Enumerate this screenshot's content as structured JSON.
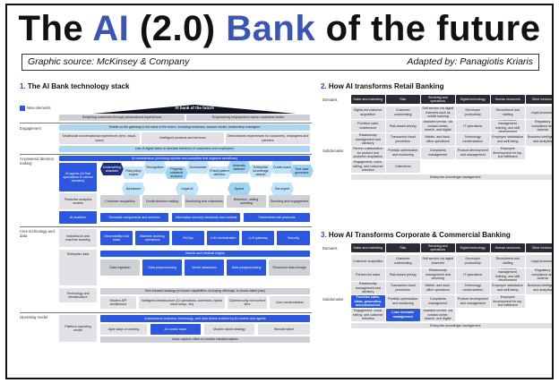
{
  "title": {
    "p1": "The ",
    "ai": "AI",
    "p2": " (2.0) ",
    "bank": "Bank",
    "p3": " of the future"
  },
  "source": {
    "left": "Graphic source: McKinsey & Company",
    "right": "Adapted by: Panagiotis Kriaris"
  },
  "stack": {
    "heading_num": "1.",
    "heading": "The AI Bank technology stack",
    "legend": "New elements",
    "roof": "AI bank of the future",
    "delight": [
      "Delighting customers through personalized experiences",
      "Empowering employees to serve customers better"
    ],
    "rows": {
      "engagement": "Engagement",
      "decision": "AI-powered decision making",
      "core": "Core technology and data",
      "operating": "Operating model"
    },
    "engagement_bar": "Mobile as the gateway to the bank of the future, including branches, contact center, relationship managers",
    "engagement_items": [
      "Multimodal conversational experiences (text, visual, voice)",
      "Intelligent products and services",
      "Omnichannel experiences for customers, employees and partners"
    ],
    "twins": "Use of digital twins to simulate behavior of customers and employees",
    "orchestration": "AI orchestration (including copilots and autopilots that organize workflows)",
    "agents_label": "AI agents (AI that specializes in narrow domains)",
    "agents": [
      "Underwriting assistant",
      "Risk policy expert",
      "Recognition",
      "Property collateral analyzer",
      "Summarizer",
      "Fraud pattern detector",
      "Anomaly detector",
      "Enterprise knowledge search",
      "Credit coach",
      "Test case generator",
      "Ad-banner",
      "Legal AI",
      "Spend",
      "Tax expert"
    ],
    "predictive_label": "Predictive analytics models",
    "predictive": [
      "Customer acquisition",
      "Credit decision making",
      "Monitoring and collections",
      "Retention, selling, upselling",
      "Servicing and engagement"
    ],
    "enablers_label": "AI enablers",
    "enablers": [
      "Reusable components and services",
      "Information security standards and controls",
      "Streamlined risk protocols"
    ],
    "ml_label": "Industrial AI and machine learning",
    "ml": [
      "Observability tool stack",
      "Machine learning operations",
      "FinOps",
      "LLM orchestration",
      "LLM gateway",
      "Security"
    ],
    "data_label": "Enterprise data",
    "search": "Search and retrieval engine",
    "data": [
      "Data ingestion",
      "Data preprocessing",
      "Vector databases",
      "Data postprocessing",
      "Structured data storage"
    ],
    "infra_label": "Technology and infrastructure",
    "infra_bar": "Tech-forward strategy (in-house capabilities vs buying offerings, in-house talent plan)",
    "infra": [
      "Modern API architecture",
      "Intelligent infrastructure (AI operations, command, hybrid cloud setup, etc)",
      "Cybersecurity and control tiers",
      "Core modernization"
    ],
    "platform_label": "Platform operating model",
    "platform_bar": "Autonomous business, technology, and data teams enabled by AI models and agents",
    "platform": [
      "Agile ways of working",
      "AI control tower",
      "Modern talent strategy",
      "Remote talent"
    ],
    "value": "Value capture office to monitor transformations"
  },
  "retail": {
    "heading_num": "2.",
    "heading": "How AI transforms Retail Banking",
    "domains_label": "Domains",
    "subdomains_label": "Subdomains",
    "columns": [
      "Sales and marketing",
      "Risk",
      "Servicing and operations",
      "Digital technology",
      "Human resources",
      "Other functions"
    ],
    "cells": [
      [
        "Digital-led customer acquisition",
        "Customer underwriting",
        "Self-service via digital channels such as mobile banking",
        "Developer productivity",
        "Recruitment and staffing",
        "Legal processes"
      ],
      [
        "Frontline sales enablement",
        "Risk-based pricing",
        "Assisted service, via contact center, branch, and digital",
        "IT operations",
        "Performance management, training, and skill development",
        "Regulatory compliance and controls"
      ],
      [
        "Relationship management and advisory",
        "Transaction fraud prevention",
        "Middle- and back-office operations",
        "Technology modernization",
        "Employee satisfaction and well-being",
        "Business intelligence and analytics"
      ],
      [
        "Partner collaboration for product and customer acquisition",
        "Portfolio optimization and monitoring",
        "Complaints management",
        "Product development and management",
        "Employee development for top-line fulfillment",
        ""
      ],
      [
        "Engagement, cross-selling, and customer retention",
        "Collections",
        "",
        "",
        "",
        ""
      ]
    ],
    "footer": "Enterprise knowledge management"
  },
  "corporate": {
    "heading_num": "3.",
    "heading": "How AI Transforms Corporate & Commercial Banking",
    "domains_label": "Domains",
    "subdomains_label": "Subdomains",
    "columns": [
      "Sales and marketing",
      "Risk",
      "Servicing and operations",
      "Digital technology",
      "Human resources",
      "Other functions"
    ],
    "cells": [
      [
        "Customer acquisition",
        "Customer underwriting",
        "Self-service via digital channels",
        "Developer productivity",
        "Recruitment and staffing",
        "Legal processes"
      ],
      [
        "Partner-led sales",
        "Risk-based pricing",
        "Relationship management and servicing",
        "IT operations",
        "Performance management, training, and skill development",
        "Regulatory compliance and controls"
      ],
      [
        "Relationship management and advisory",
        "Transaction fraud prevention",
        "Middle- and back-office operations",
        "Technology modernization",
        "Employee satisfaction and well-being",
        "Business intelligence and analytics"
      ],
      [
        "Frontline sales, ideas, generation, and product-led",
        "Portfolio optimization and monitoring",
        "Complaints management",
        "Product development and management",
        "Employee development for top-line fulfillment",
        ""
      ],
      [
        "Engagement, cross-selling, and customer retention",
        "Loan renewals management",
        "Assisted service, via contact center, branch, and digital",
        "",
        "",
        ""
      ]
    ],
    "highlighted": [
      "Frontline sales, ideas, generation, and product-led",
      "Loan renewals management"
    ],
    "footer": "Enterprise knowledge management"
  },
  "colors": {
    "accent": "#2c57e0",
    "title_blue": "#3a55b8",
    "dark": "#2b2b36",
    "light_blue": "#a9d8f5",
    "gray": "#e2e2e6"
  }
}
